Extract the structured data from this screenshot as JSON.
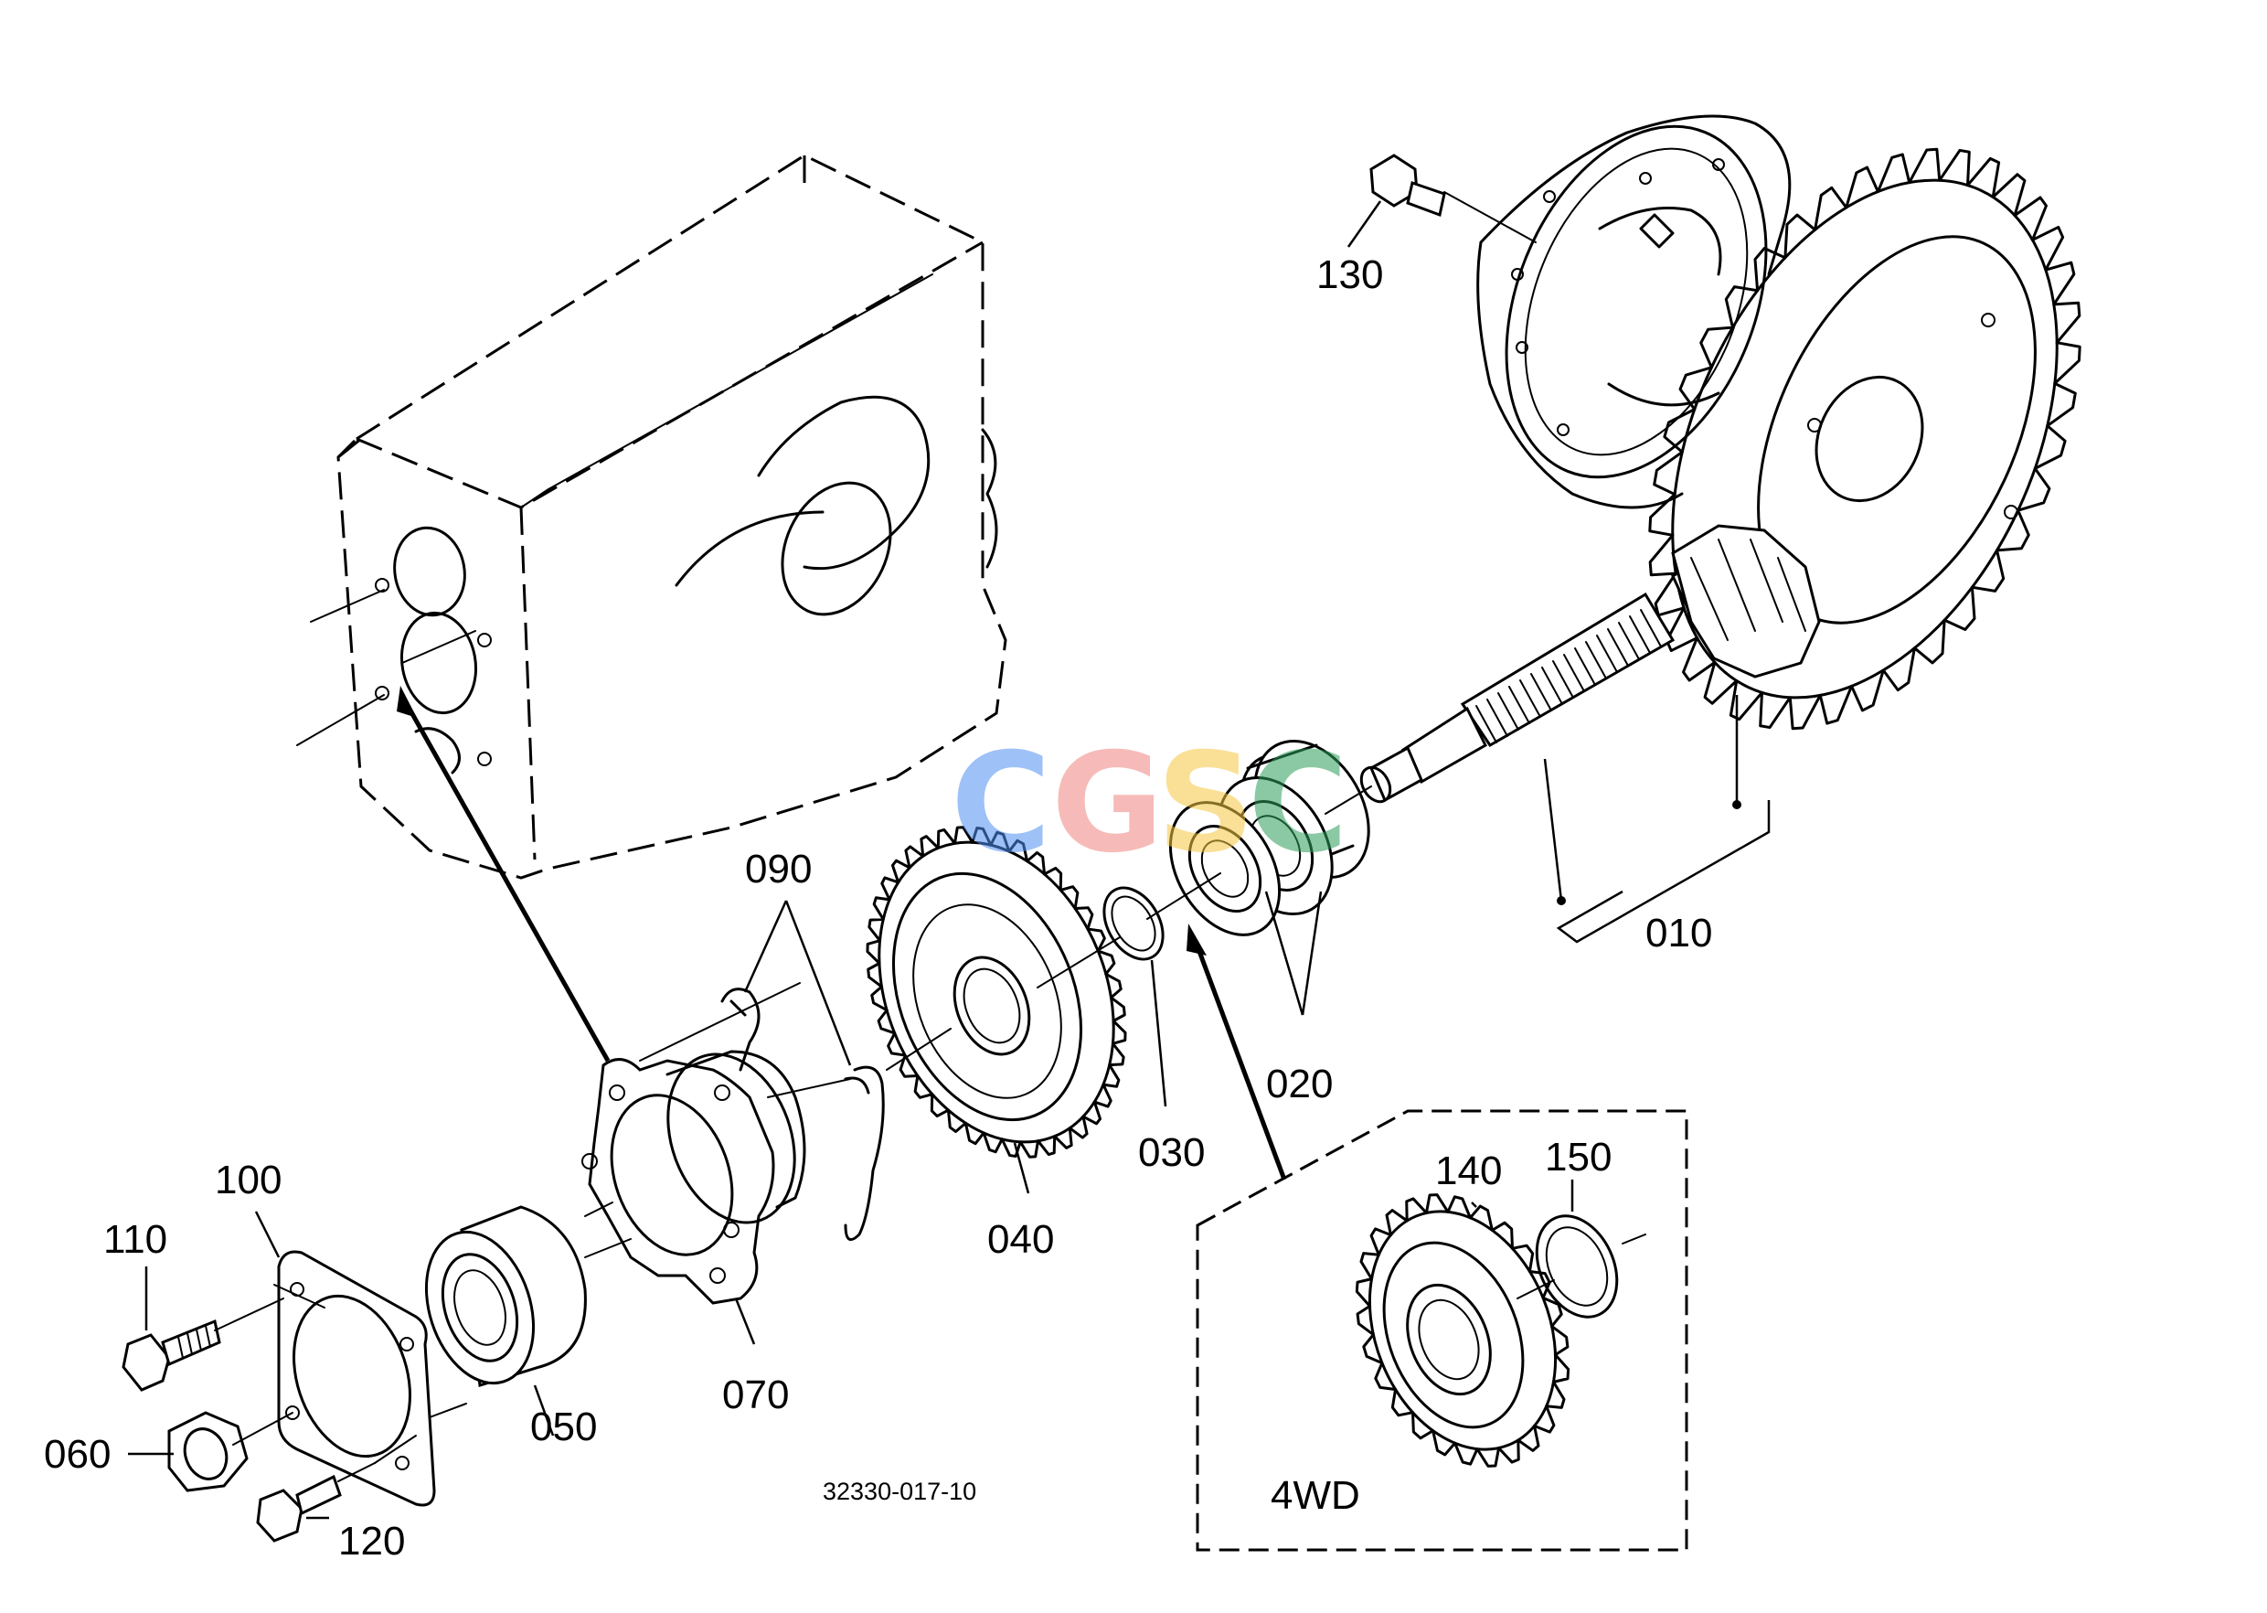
{
  "diagram": {
    "part_labels": {
      "p010": "010",
      "p020": "020",
      "p030": "030",
      "p040": "040",
      "p050": "050",
      "p060": "060",
      "p070": "070",
      "p090": "090",
      "p100": "100",
      "p110": "110",
      "p120": "120",
      "p130": "130",
      "p140": "140",
      "p150": "150"
    },
    "group_label": "4WD",
    "drawing_code": "32330-017-10"
  },
  "watermark": {
    "letters": [
      "C",
      "G",
      "S",
      "C"
    ],
    "colors": [
      "#4f8ff2",
      "#f0857f",
      "#f5c842",
      "#2e9e5b"
    ]
  }
}
